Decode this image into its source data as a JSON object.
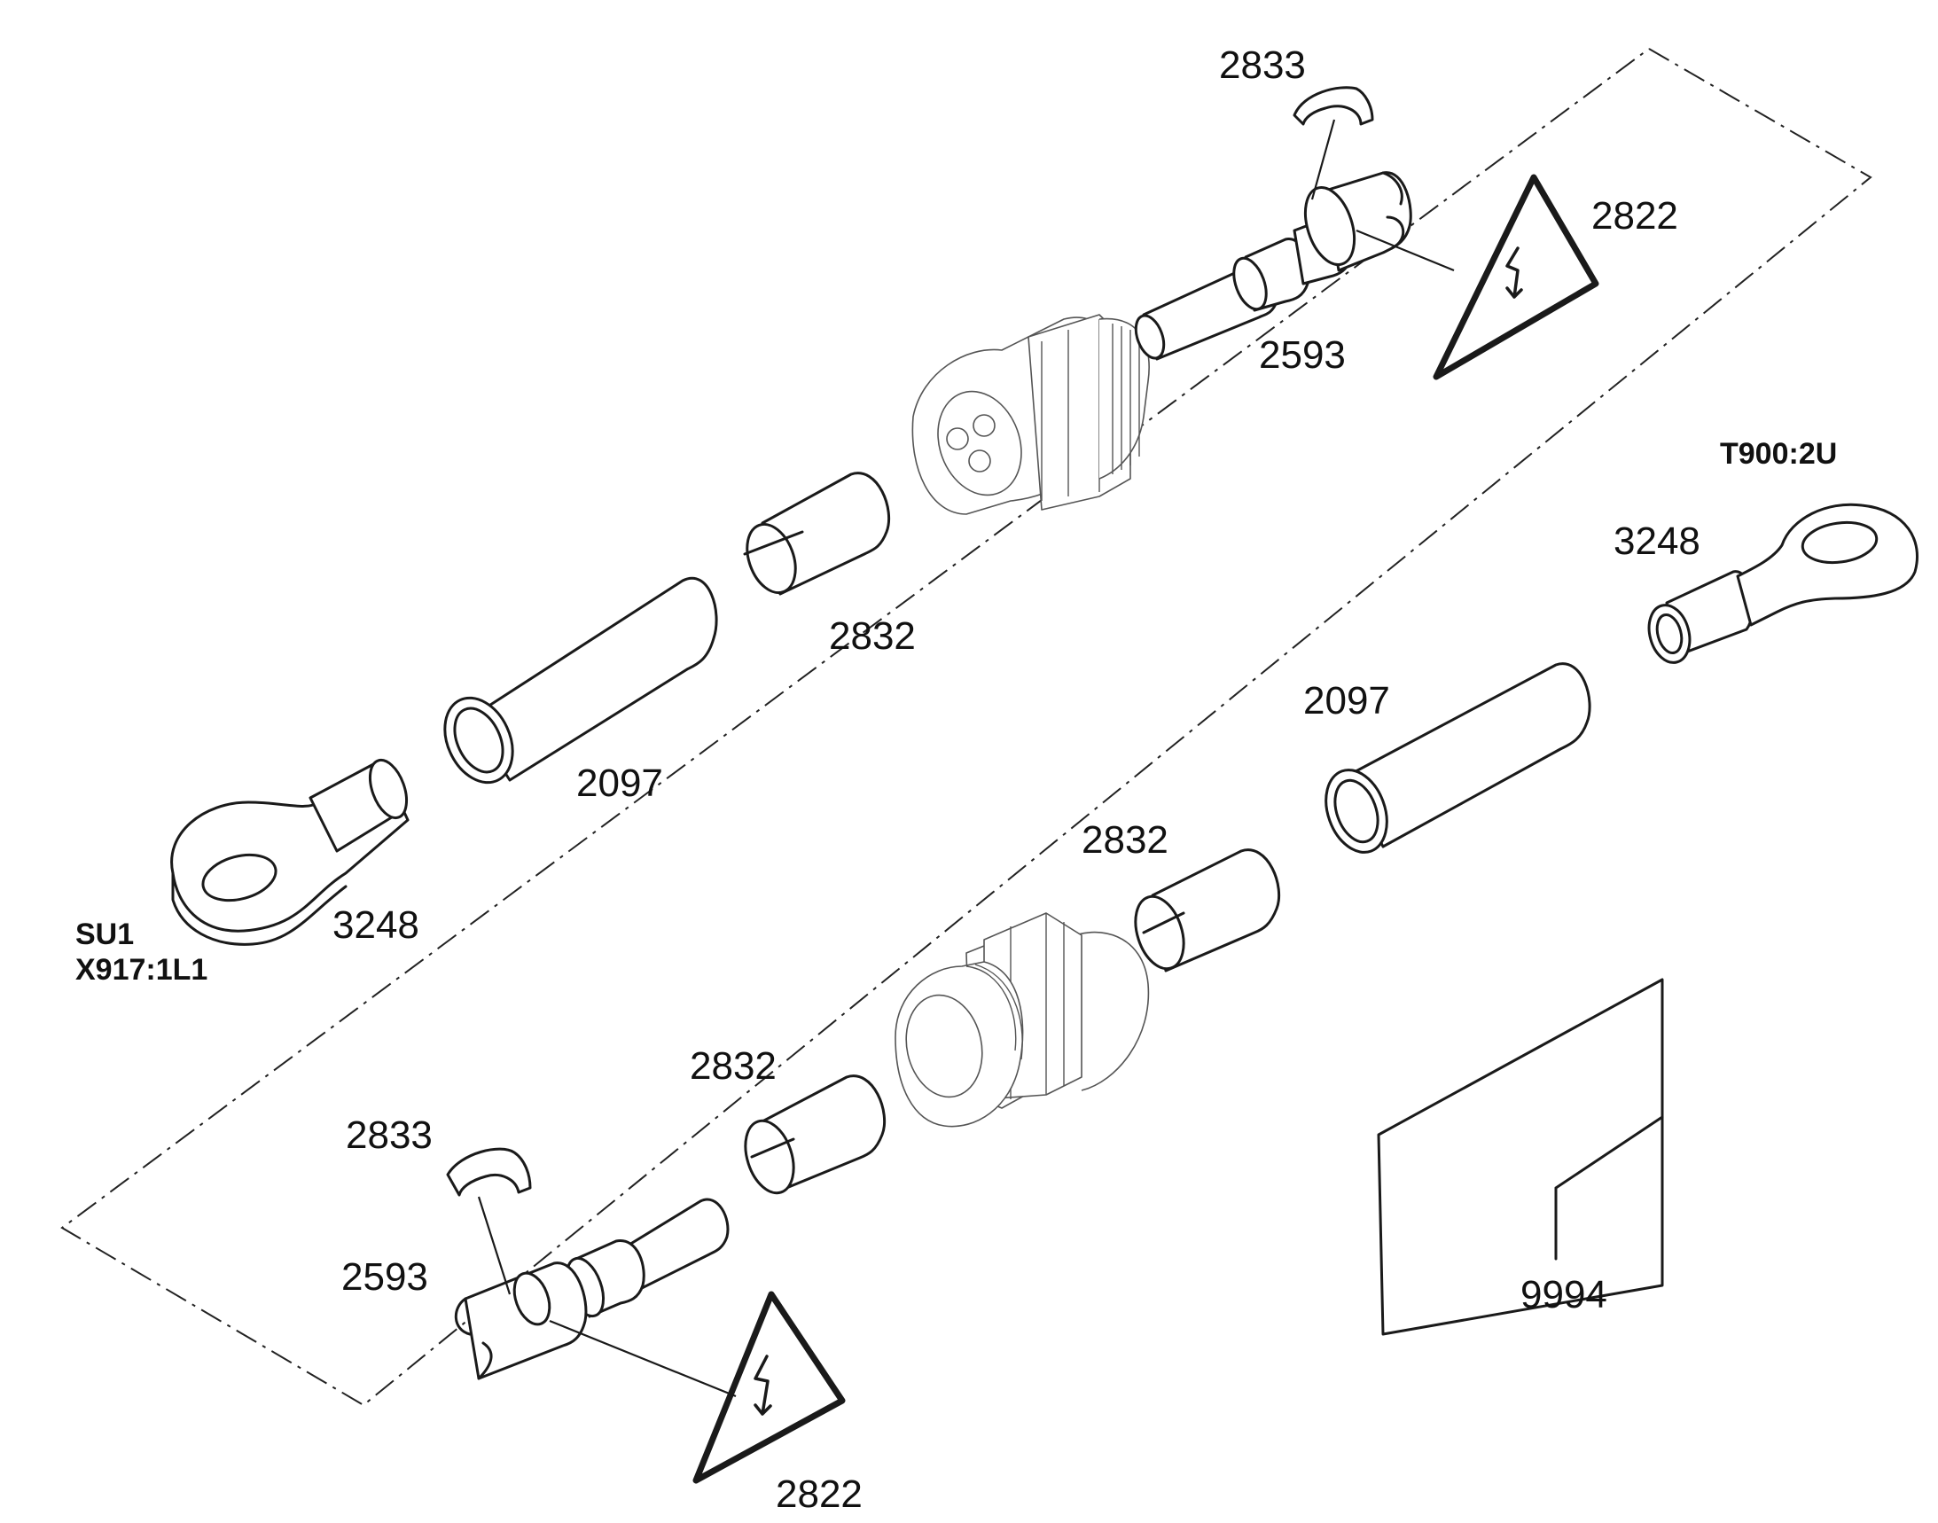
{
  "diagram": {
    "part_labels": {
      "upper_shim": "2833",
      "upper_warning": "2822",
      "upper_pin": "2593",
      "upper_sleeve": "2832",
      "upper_tube": "2097",
      "upper_lug": "3248",
      "right_lug": "3248",
      "right_tube": "2097",
      "lower_sleeve_a": "2832",
      "lower_sleeve_b": "2832",
      "lower_shim": "2833",
      "lower_pin": "2593",
      "lower_warning": "2822",
      "card": "9994"
    },
    "terminal_labels": {
      "left_line1": "SU1",
      "left_line2": "X917:1L1",
      "right": "T900:2U"
    }
  }
}
